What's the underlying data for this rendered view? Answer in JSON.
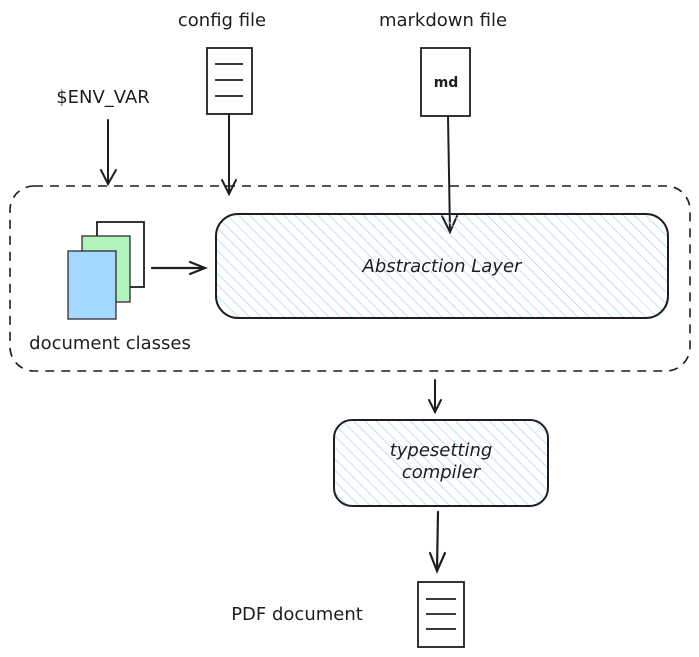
{
  "labels": {
    "config_file": "config file",
    "markdown_file": "markdown file",
    "env_var": "$ENV_VAR",
    "document_classes": "document classes",
    "pdf_document": "PDF document"
  },
  "boxes": {
    "abstraction_layer": "Abstraction Layer",
    "typesetting_line1": "typesetting",
    "typesetting_line2": "compiler"
  },
  "icons": {
    "markdown_doc_text": "md"
  },
  "colors": {
    "stroke": "#1e1e1e",
    "hatch": "#a5d8ff",
    "blue_doc": "#a5d8ff",
    "green_doc": "#b2f2bb"
  }
}
